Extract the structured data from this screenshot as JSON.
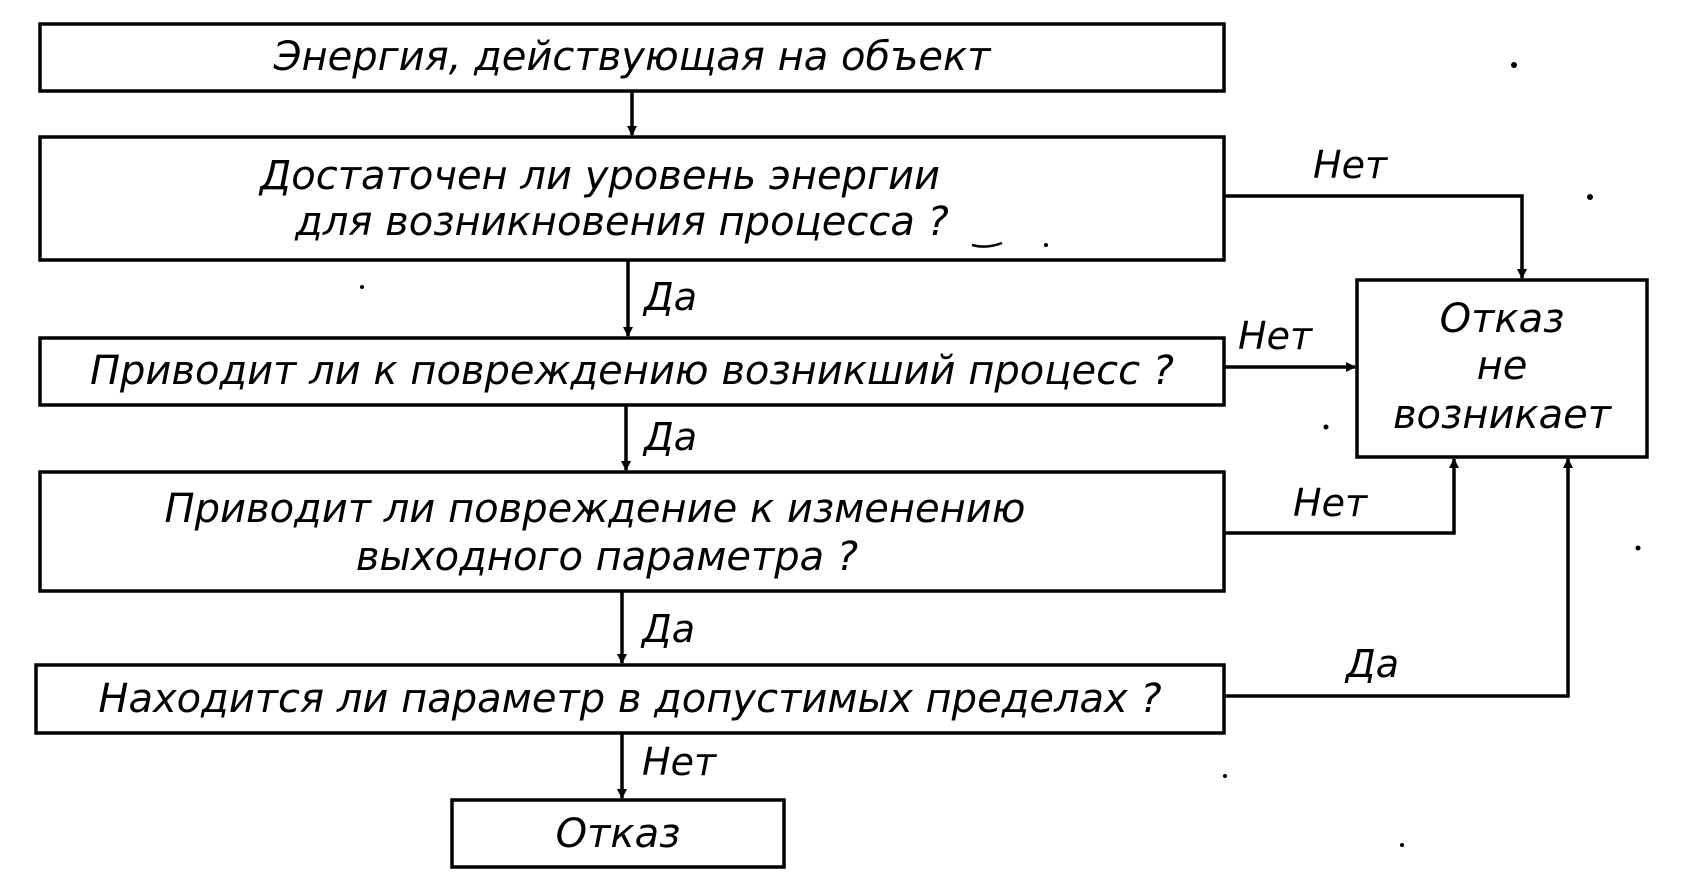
{
  "diagram": {
    "nodes": {
      "energy": {
        "line1": "Энергия, действующая на объект"
      },
      "q_level": {
        "line1": "Достаточен ли уровень энергии",
        "line2": "для возникновения процесса ?"
      },
      "q_damage": {
        "line1": "Приводит ли к повреждению возникший процесс ?"
      },
      "q_param_change": {
        "line1": "Приводит ли повреждение к изменению",
        "line2": "выходного параметра ?"
      },
      "q_limits": {
        "line1": "Находится ли параметр в допустимых пределах ?"
      },
      "failure": {
        "line1": "Отказ"
      },
      "no_failure": {
        "line1": "Отказ",
        "line2": "не",
        "line3": "возникает"
      }
    },
    "edge_labels": {
      "level_no": "Нет",
      "level_yes": "Да",
      "damage_no": "Нет",
      "damage_yes": "Да",
      "param_change_no": "Нет",
      "param_change_yes": "Да",
      "limits_yes": "Да",
      "limits_no": "Нет"
    }
  }
}
